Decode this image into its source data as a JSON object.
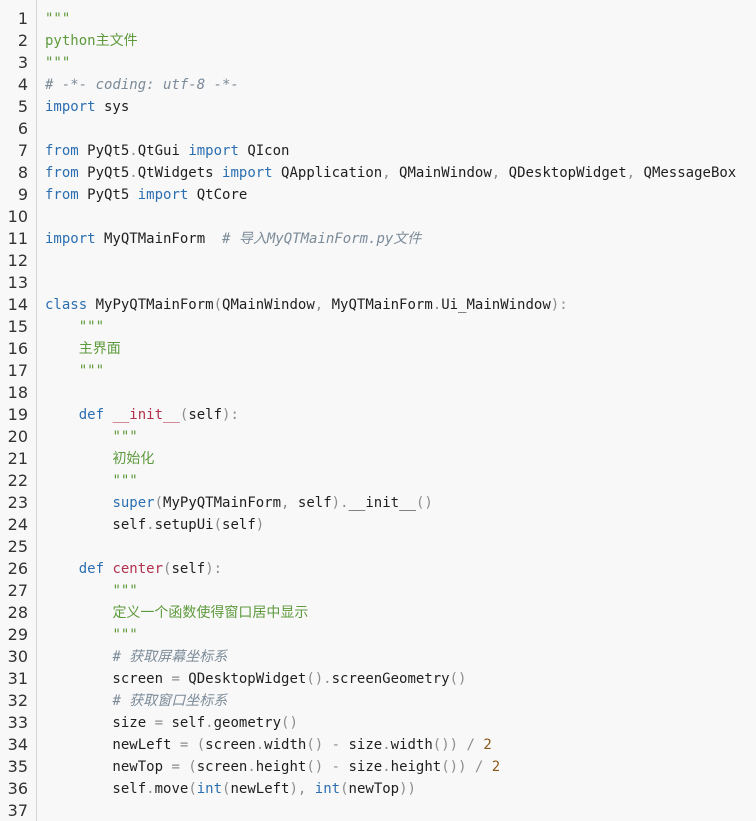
{
  "editor": {
    "lines": [
      {
        "n": "1",
        "t": [
          {
            "c": "s",
            "v": "\"\"\""
          }
        ]
      },
      {
        "n": "2",
        "t": [
          {
            "c": "s",
            "v": "python主文件"
          }
        ]
      },
      {
        "n": "3",
        "t": [
          {
            "c": "s",
            "v": "\"\"\""
          }
        ]
      },
      {
        "n": "4",
        "t": [
          {
            "c": "c",
            "v": "# -*- coding: utf-8 -*-"
          }
        ]
      },
      {
        "n": "5",
        "t": [
          {
            "c": "k",
            "v": "import"
          },
          {
            "c": "",
            "v": " sys"
          }
        ]
      },
      {
        "n": "6",
        "t": []
      },
      {
        "n": "7",
        "t": [
          {
            "c": "k",
            "v": "from"
          },
          {
            "c": "",
            "v": " PyQt5"
          },
          {
            "c": "p",
            "v": "."
          },
          {
            "c": "",
            "v": "QtGui "
          },
          {
            "c": "k",
            "v": "import"
          },
          {
            "c": "",
            "v": " QIcon"
          }
        ]
      },
      {
        "n": "8",
        "t": [
          {
            "c": "k",
            "v": "from"
          },
          {
            "c": "",
            "v": " PyQt5"
          },
          {
            "c": "p",
            "v": "."
          },
          {
            "c": "",
            "v": "QtWidgets "
          },
          {
            "c": "k",
            "v": "import"
          },
          {
            "c": "",
            "v": " QApplication"
          },
          {
            "c": "p",
            "v": ","
          },
          {
            "c": "",
            "v": " QMainWindow"
          },
          {
            "c": "p",
            "v": ","
          },
          {
            "c": "",
            "v": " QDesktopWidget"
          },
          {
            "c": "p",
            "v": ","
          },
          {
            "c": "",
            "v": " QMessageBox"
          }
        ]
      },
      {
        "n": "9",
        "t": [
          {
            "c": "k",
            "v": "from"
          },
          {
            "c": "",
            "v": " PyQt5 "
          },
          {
            "c": "k",
            "v": "import"
          },
          {
            "c": "",
            "v": " QtCore"
          }
        ]
      },
      {
        "n": "10",
        "t": []
      },
      {
        "n": "11",
        "t": [
          {
            "c": "k",
            "v": "import"
          },
          {
            "c": "",
            "v": " MyQTMainForm  "
          },
          {
            "c": "c",
            "v": "# 导入MyQTMainForm.py文件"
          }
        ]
      },
      {
        "n": "12",
        "t": []
      },
      {
        "n": "13",
        "t": []
      },
      {
        "n": "14",
        "t": [
          {
            "c": "k",
            "v": "class"
          },
          {
            "c": "",
            "v": " MyPyQTMainForm"
          },
          {
            "c": "p",
            "v": "("
          },
          {
            "c": "",
            "v": "QMainWindow"
          },
          {
            "c": "p",
            "v": ","
          },
          {
            "c": "",
            "v": " MyQTMainForm"
          },
          {
            "c": "p",
            "v": "."
          },
          {
            "c": "",
            "v": "Ui_MainWindow"
          },
          {
            "c": "p",
            "v": "):"
          }
        ]
      },
      {
        "n": "15",
        "t": [
          {
            "c": "",
            "v": "    "
          },
          {
            "c": "s",
            "v": "\"\"\""
          }
        ]
      },
      {
        "n": "16",
        "t": [
          {
            "c": "",
            "v": "    "
          },
          {
            "c": "s",
            "v": "主界面"
          }
        ]
      },
      {
        "n": "17",
        "t": [
          {
            "c": "",
            "v": "    "
          },
          {
            "c": "s",
            "v": "\"\"\""
          }
        ]
      },
      {
        "n": "18",
        "t": []
      },
      {
        "n": "19",
        "t": [
          {
            "c": "",
            "v": "    "
          },
          {
            "c": "k",
            "v": "def"
          },
          {
            "c": "",
            "v": " "
          },
          {
            "c": "f",
            "v": "__init__"
          },
          {
            "c": "p",
            "v": "("
          },
          {
            "c": "",
            "v": "self"
          },
          {
            "c": "p",
            "v": "):"
          }
        ]
      },
      {
        "n": "20",
        "t": [
          {
            "c": "",
            "v": "        "
          },
          {
            "c": "s",
            "v": "\"\"\""
          }
        ]
      },
      {
        "n": "21",
        "t": [
          {
            "c": "",
            "v": "        "
          },
          {
            "c": "s",
            "v": "初始化"
          }
        ]
      },
      {
        "n": "22",
        "t": [
          {
            "c": "",
            "v": "        "
          },
          {
            "c": "s",
            "v": "\"\"\""
          }
        ]
      },
      {
        "n": "23",
        "t": [
          {
            "c": "",
            "v": "        "
          },
          {
            "c": "k",
            "v": "super"
          },
          {
            "c": "p",
            "v": "("
          },
          {
            "c": "",
            "v": "MyPyQTMainForm"
          },
          {
            "c": "p",
            "v": ","
          },
          {
            "c": "",
            "v": " self"
          },
          {
            "c": "p",
            "v": ")."
          },
          {
            "c": "",
            "v": "__init__"
          },
          {
            "c": "p",
            "v": "()"
          }
        ]
      },
      {
        "n": "24",
        "t": [
          {
            "c": "",
            "v": "        self"
          },
          {
            "c": "p",
            "v": "."
          },
          {
            "c": "",
            "v": "setupUi"
          },
          {
            "c": "p",
            "v": "("
          },
          {
            "c": "",
            "v": "self"
          },
          {
            "c": "p",
            "v": ")"
          }
        ]
      },
      {
        "n": "25",
        "t": []
      },
      {
        "n": "26",
        "t": [
          {
            "c": "",
            "v": "    "
          },
          {
            "c": "k",
            "v": "def"
          },
          {
            "c": "",
            "v": " "
          },
          {
            "c": "f",
            "v": "center"
          },
          {
            "c": "p",
            "v": "("
          },
          {
            "c": "",
            "v": "self"
          },
          {
            "c": "p",
            "v": "):"
          }
        ]
      },
      {
        "n": "27",
        "t": [
          {
            "c": "",
            "v": "        "
          },
          {
            "c": "s",
            "v": "\"\"\""
          }
        ]
      },
      {
        "n": "28",
        "t": [
          {
            "c": "",
            "v": "        "
          },
          {
            "c": "s",
            "v": "定义一个函数使得窗口居中显示"
          }
        ]
      },
      {
        "n": "29",
        "t": [
          {
            "c": "",
            "v": "        "
          },
          {
            "c": "s",
            "v": "\"\"\""
          }
        ]
      },
      {
        "n": "30",
        "t": [
          {
            "c": "",
            "v": "        "
          },
          {
            "c": "c",
            "v": "# 获取屏幕坐标系"
          }
        ]
      },
      {
        "n": "31",
        "t": [
          {
            "c": "",
            "v": "        screen "
          },
          {
            "c": "p",
            "v": "="
          },
          {
            "c": "",
            "v": " QDesktopWidget"
          },
          {
            "c": "p",
            "v": "()."
          },
          {
            "c": "",
            "v": "screenGeometry"
          },
          {
            "c": "p",
            "v": "()"
          }
        ]
      },
      {
        "n": "32",
        "t": [
          {
            "c": "",
            "v": "        "
          },
          {
            "c": "c",
            "v": "# 获取窗口坐标系"
          }
        ]
      },
      {
        "n": "33",
        "t": [
          {
            "c": "",
            "v": "        size "
          },
          {
            "c": "p",
            "v": "="
          },
          {
            "c": "",
            "v": " self"
          },
          {
            "c": "p",
            "v": "."
          },
          {
            "c": "",
            "v": "geometry"
          },
          {
            "c": "p",
            "v": "()"
          }
        ]
      },
      {
        "n": "34",
        "t": [
          {
            "c": "",
            "v": "        newLeft "
          },
          {
            "c": "p",
            "v": "= ("
          },
          {
            "c": "",
            "v": "screen"
          },
          {
            "c": "p",
            "v": "."
          },
          {
            "c": "",
            "v": "width"
          },
          {
            "c": "p",
            "v": "() - "
          },
          {
            "c": "",
            "v": "size"
          },
          {
            "c": "p",
            "v": "."
          },
          {
            "c": "",
            "v": "width"
          },
          {
            "c": "p",
            "v": "()) / "
          },
          {
            "c": "n",
            "v": "2"
          }
        ]
      },
      {
        "n": "35",
        "t": [
          {
            "c": "",
            "v": "        newTop "
          },
          {
            "c": "p",
            "v": "= ("
          },
          {
            "c": "",
            "v": "screen"
          },
          {
            "c": "p",
            "v": "."
          },
          {
            "c": "",
            "v": "height"
          },
          {
            "c": "p",
            "v": "() - "
          },
          {
            "c": "",
            "v": "size"
          },
          {
            "c": "p",
            "v": "."
          },
          {
            "c": "",
            "v": "height"
          },
          {
            "c": "p",
            "v": "()) / "
          },
          {
            "c": "n",
            "v": "2"
          }
        ]
      },
      {
        "n": "36",
        "t": [
          {
            "c": "",
            "v": "        self"
          },
          {
            "c": "p",
            "v": "."
          },
          {
            "c": "",
            "v": "move"
          },
          {
            "c": "p",
            "v": "("
          },
          {
            "c": "k",
            "v": "int"
          },
          {
            "c": "p",
            "v": "("
          },
          {
            "c": "",
            "v": "newLeft"
          },
          {
            "c": "p",
            "v": "), "
          },
          {
            "c": "k",
            "v": "int"
          },
          {
            "c": "p",
            "v": "("
          },
          {
            "c": "",
            "v": "newTop"
          },
          {
            "c": "p",
            "v": "))"
          }
        ]
      },
      {
        "n": "37",
        "t": []
      }
    ]
  }
}
